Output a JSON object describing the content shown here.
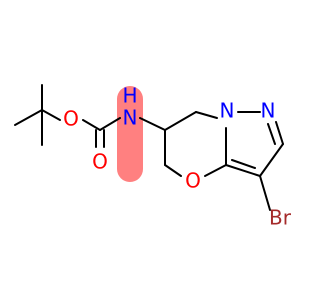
{
  "atoms": {
    "o_ester": {
      "label": "O"
    },
    "o_carbonyl": {
      "label": "O"
    },
    "nh": {
      "label": "N",
      "sub_label": "H"
    },
    "n1": {
      "label": "N"
    },
    "n2": {
      "label": "N"
    },
    "o_ring": {
      "label": "O"
    },
    "br": {
      "label": "Br"
    }
  },
  "colors": {
    "oxygen": "#ff0000",
    "nitrogen": "#0000ff",
    "bromine": "#a52a2a",
    "highlight": "#ff8080",
    "bond": "#000000"
  }
}
